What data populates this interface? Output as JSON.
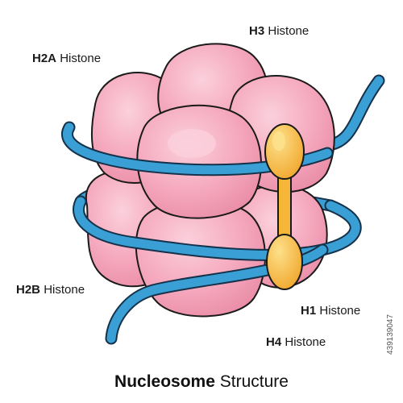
{
  "labels": {
    "h3": {
      "bold": "H3",
      "normal": "Histone"
    },
    "h2a": {
      "bold": "H2A",
      "normal": "Histone"
    },
    "h2b": {
      "bold": "H2B",
      "normal": "Histone"
    },
    "h1": {
      "bold": "H1",
      "normal": "Histone"
    },
    "h4": {
      "bold": "H4",
      "normal": "Histone"
    }
  },
  "title": {
    "bold": "Nucleosome",
    "normal": "Structure"
  },
  "stock_id": "439139047",
  "colors": {
    "histone_fill": "#f5a9be",
    "histone_shade": "#e98aa5",
    "histone_highlight": "#fbd0dc",
    "dna": "#3a9fd5",
    "dna_outline": "#15324a",
    "h1_fill": "#f6b739",
    "h1_highlight": "#fde08a",
    "outline": "#1a1a1a"
  }
}
